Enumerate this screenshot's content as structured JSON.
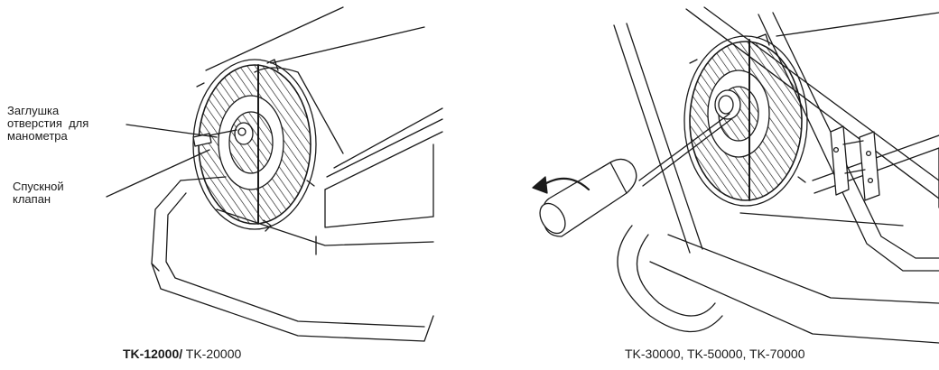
{
  "left_figure": {
    "labels": {
      "gauge_plug_line1": "Заглушка",
      "gauge_plug_line2": "отверстия  для",
      "gauge_plug_line3": "манометра",
      "drain_valve_line1": "Спускной",
      "drain_valve_line2": "клапан"
    },
    "caption_bold": "TK-12000/",
    "caption_regular": " TK-20000"
  },
  "right_figure": {
    "caption": "TK-30000, TK-50000, TK-70000"
  },
  "colors": {
    "ink": "#1a1a1a",
    "background": "#ffffff"
  }
}
